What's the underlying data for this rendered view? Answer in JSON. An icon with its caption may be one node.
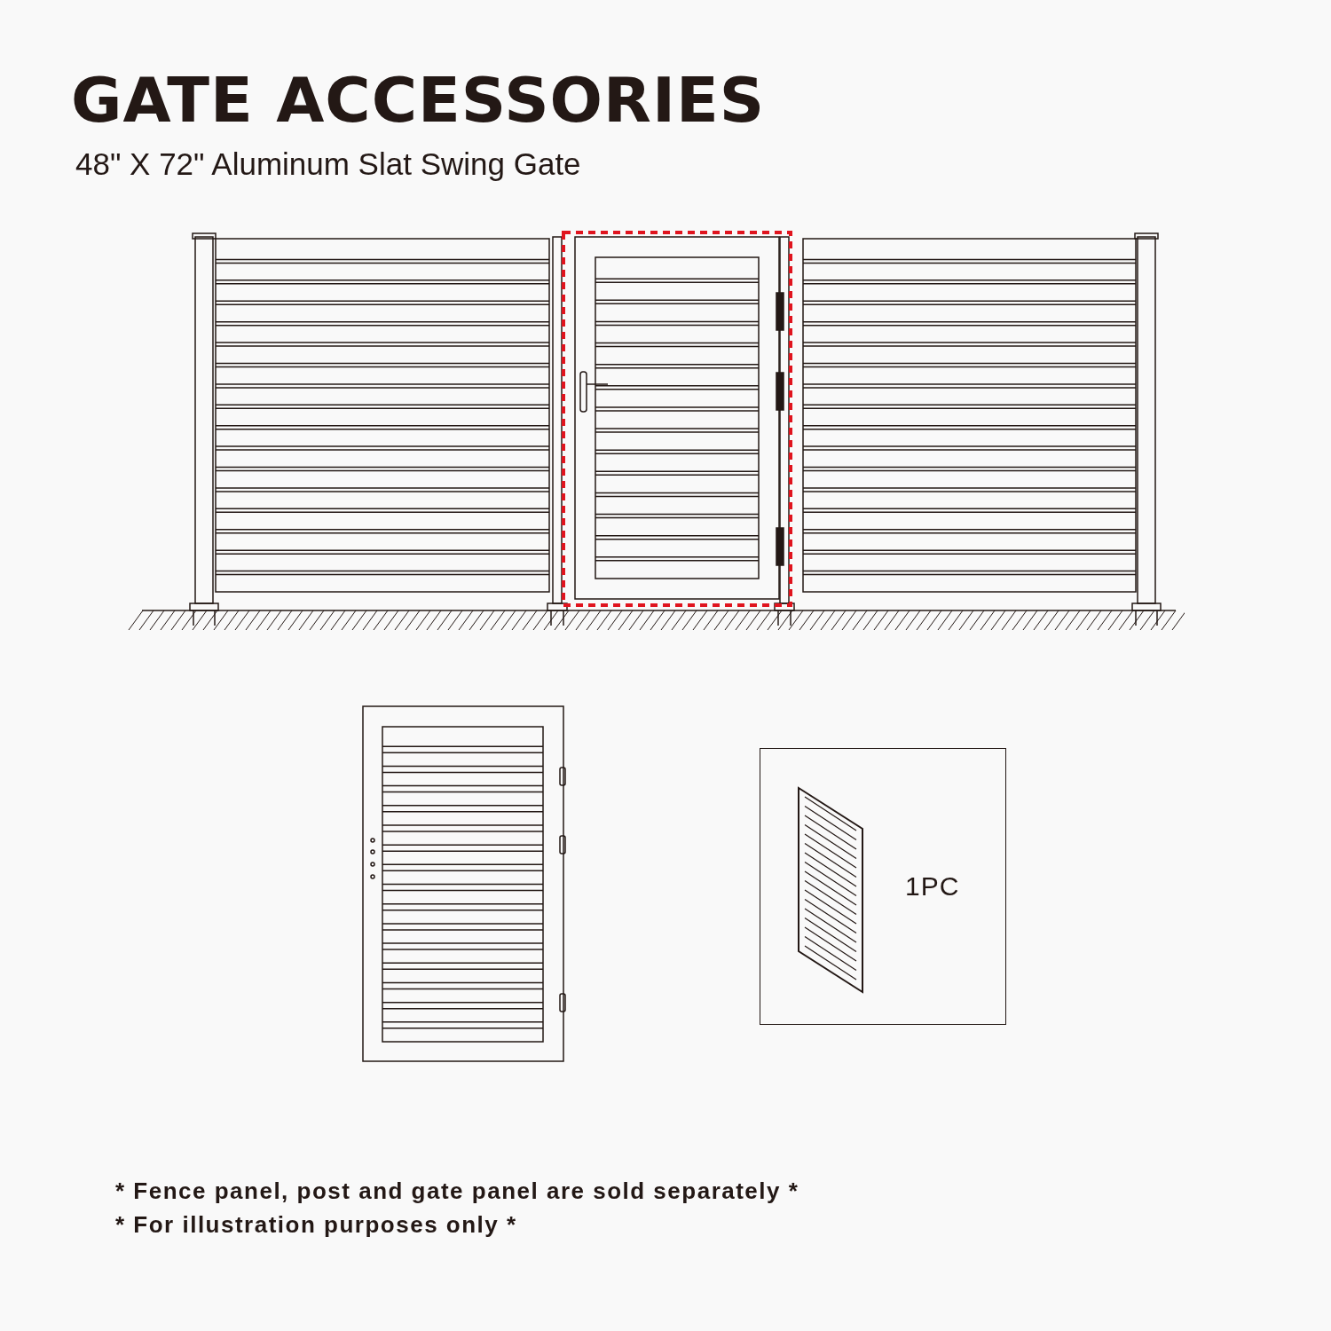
{
  "diagram": {
    "title": "GATE ACCESSORIES",
    "nodes": [
      {
        "text": [
          "1PC"
        ]
      }
    ],
    "labels": [
      "48\" X 72\" Aluminum Slat Swing Gate",
      "* Fence panel, post and gate panel are sold separately *",
      "* For illustration purposes only *"
    ]
  }
}
